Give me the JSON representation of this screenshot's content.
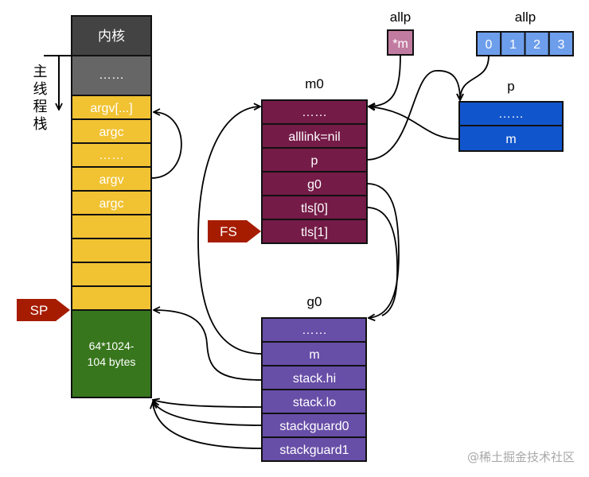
{
  "main_stack": {
    "side_label": "主线程栈",
    "rows": [
      "内核",
      "……",
      "argv[...]",
      "argc",
      "……",
      "argv",
      "argc",
      "",
      "",
      "",
      ""
    ],
    "stack_size_line1": "64*1024-",
    "stack_size_line2": "104 bytes"
  },
  "pointers": {
    "sp": "SP",
    "fs": "FS"
  },
  "m0": {
    "title": "m0",
    "fields": [
      "……",
      "alllink=nil",
      "p",
      "g0",
      "tls[0]",
      "tls[1]"
    ]
  },
  "g0": {
    "title": "g0",
    "fields": [
      "……",
      "m",
      "stack.hi",
      "stack.lo",
      "stackguard0",
      "stackguard1"
    ]
  },
  "allp_m": {
    "title": "allp",
    "cell": "*m"
  },
  "allp": {
    "title": "allp",
    "cells": [
      "0",
      "1",
      "2",
      "3"
    ]
  },
  "p": {
    "title": "p",
    "fields": [
      "……",
      "m"
    ]
  },
  "watermark": "@稀土掘金技术社区",
  "colors": {
    "kernel": "#434343",
    "stack_gap": "#666666",
    "stack_yellow": "#f1c232",
    "stack_green": "#38761d",
    "m0": "#741b47",
    "g0": "#674ea7",
    "p": "#1155cc",
    "allp_array": "#6d9eeb",
    "allp_m": "#c27ba0",
    "pointer_tag": "#a61c00"
  }
}
